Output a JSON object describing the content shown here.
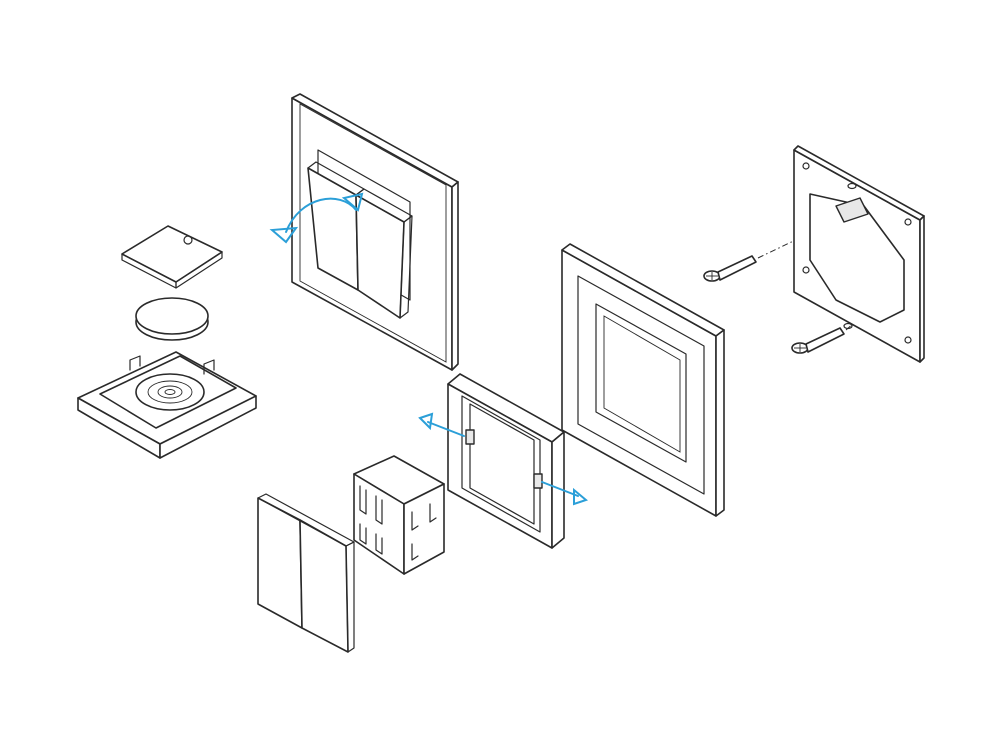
{
  "colors": {
    "line": "#2a2a2a",
    "arrow": "#2b9fd8",
    "background": "#ffffff"
  },
  "parts": [
    "battery-cover",
    "coin-battery",
    "battery-housing",
    "switch-assembled-with-rocker-arrow",
    "double-rocker-keys",
    "switch-module",
    "clip-frame-with-release-arrows",
    "cover-frame",
    "mounting-plate",
    "mounting-screw-upper",
    "mounting-screw-lower"
  ]
}
